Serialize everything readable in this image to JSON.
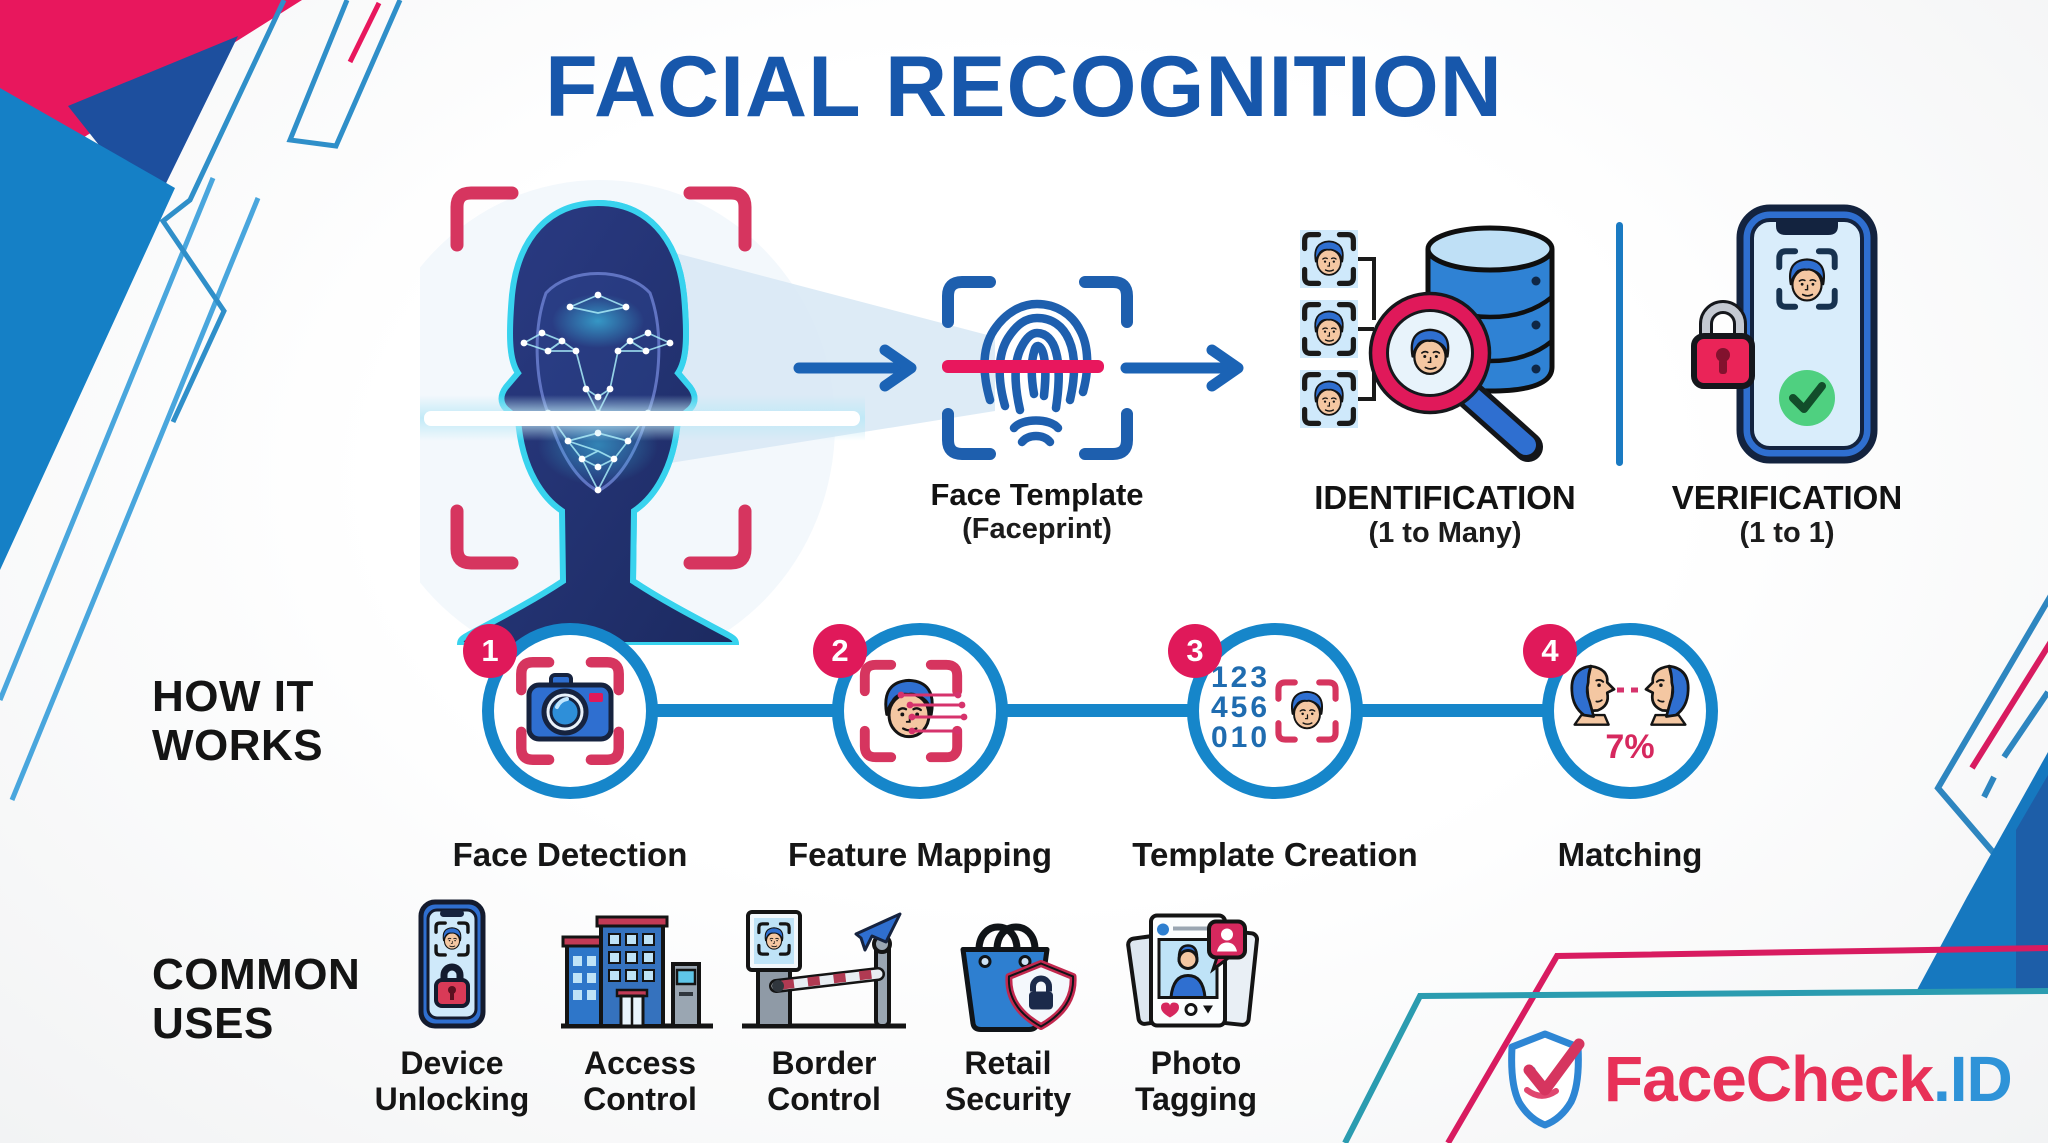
{
  "title": "FACIAL RECOGNITION",
  "top_flow": {
    "face_template_line1": "Face Template",
    "face_template_line2": "(Faceprint)",
    "identification_title": "IDENTIFICATION",
    "identification_sub": "(1 to Many)",
    "verification_title": "VERIFICATION",
    "verification_sub": "(1 to 1)"
  },
  "how_it_works": {
    "heading_line1": "HOW IT",
    "heading_line2": "WORKS",
    "steps": [
      {
        "num": "1",
        "label": "Face Detection"
      },
      {
        "num": "2",
        "label": "Feature Mapping"
      },
      {
        "num": "3",
        "label": "Template Creation"
      },
      {
        "num": "4",
        "label": "Matching"
      }
    ],
    "template_digits": [
      "123",
      "456",
      "010"
    ],
    "match_percent": "7%"
  },
  "common_uses": {
    "heading_line1": "COMMON",
    "heading_line2": "USES",
    "items": [
      {
        "line1": "Device",
        "line2": "Unlocking"
      },
      {
        "line1": "Access",
        "line2": "Control"
      },
      {
        "line1": "Border",
        "line2": "Control"
      },
      {
        "line1": "Retail",
        "line2": "Security"
      },
      {
        "line1": "Photo",
        "line2": "Tagging"
      }
    ]
  },
  "logo": {
    "primary": "FaceCheck",
    "secondary": ".ID"
  },
  "icons": {
    "face-scan-icon": "head silhouette in scan brackets",
    "fingerprint-icon": "fingerprint in scan brackets",
    "arrow-right-icon": "blue right arrow",
    "identification-icon": "photos, magnifier and database",
    "verification-phone-icon": "phone with lock and check",
    "camera-icon": "camera in pink brackets",
    "feature-mapping-icon": "face with mapped points",
    "template-digits-icon": "digits with face",
    "matching-faces-icon": "two profiles with match percent",
    "device-unlocking-icon": "phone with face and lock",
    "access-control-icon": "buildings with terminal",
    "border-control-icon": "passport gate with plane",
    "retail-security-icon": "shopping bag with shield lock",
    "photo-tagging-icon": "photo cards with tag",
    "shield-icon": "shield with smile and check"
  },
  "colors": {
    "title_blue": "#1757ab",
    "accent_pink": "#e0195a",
    "circle_blue": "#1686ca",
    "arrow_blue": "#1b63b5",
    "teal": "#2b9cb0",
    "navy": "#1d4f9e",
    "light_blue": "#1580c6"
  }
}
